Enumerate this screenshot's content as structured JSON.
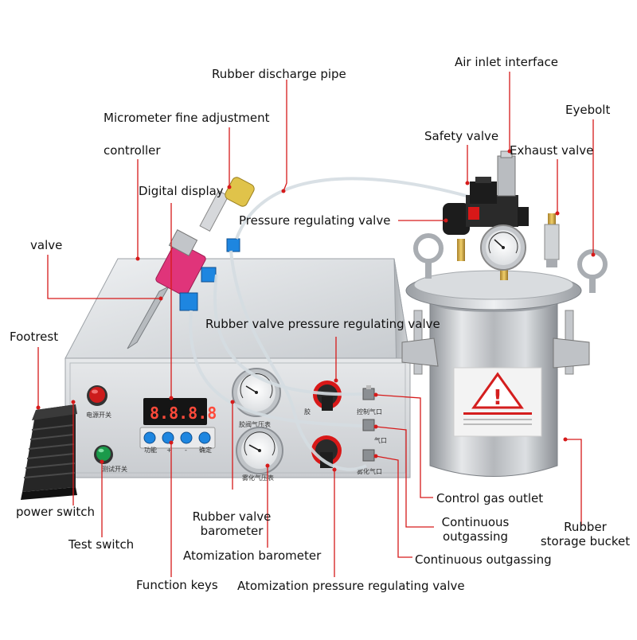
{
  "labels": {
    "rubber_discharge_pipe": "Rubber discharge pipe",
    "air_inlet_interface": "Air inlet interface",
    "micrometer": "Micrometer fine adjustment",
    "controller": "controller",
    "eyebolt": "Eyebolt",
    "safety_valve": "Safety valve",
    "exhaust_valve": "Exhaust valve",
    "digital_display": "Digital display",
    "pressure_regulating_valve": "Pressure regulating valve",
    "valve": "valve",
    "rubber_valve_prv": "Rubber valve pressure regulating valve",
    "footrest": "Footrest",
    "control_gas_outlet": "Control gas outlet",
    "continuous_outgassing_1_line1": "Continuous",
    "continuous_outgassing_1_line2": "outgassing",
    "rubber_storage_bucket_line1": "Rubber",
    "rubber_storage_bucket_line2": "storage bucket",
    "power_switch": "power switch",
    "rubber_valve_barometer_line1": "Rubber valve",
    "rubber_valve_barometer_line2": "barometer",
    "test_switch": "Test switch",
    "atomization_barometer": "Atomization barometer",
    "continuous_outgassing_2": "Continuous outgassing",
    "function_keys": "Function keys",
    "atomization_prv": "Atomization pressure regulating valve"
  },
  "panel": {
    "display_value": "8.8.8.8",
    "power_switch_text": "电源开关",
    "test_switch_text": "测试开关",
    "rubber_gauge_text": "胶阀气压表",
    "atom_gauge_text": "雾化气压表",
    "port1_text": "控制气口",
    "port2_text": "气口",
    "port3_text": "雾化气口",
    "knob_label_text": "胶",
    "button_captions": [
      "功能",
      "+",
      "-",
      "确定"
    ]
  },
  "warning_symbol": "!",
  "colors": {
    "leader": "#d61a1a",
    "power_button": "#cc1c1c",
    "test_button": "#1a9a4a",
    "function_key": "#1e86e0",
    "valve_body": "#e0347a",
    "knob_ring": "#d81818",
    "panel_face": "#d8dbde",
    "bucket_steel": "#b9bcc0"
  }
}
